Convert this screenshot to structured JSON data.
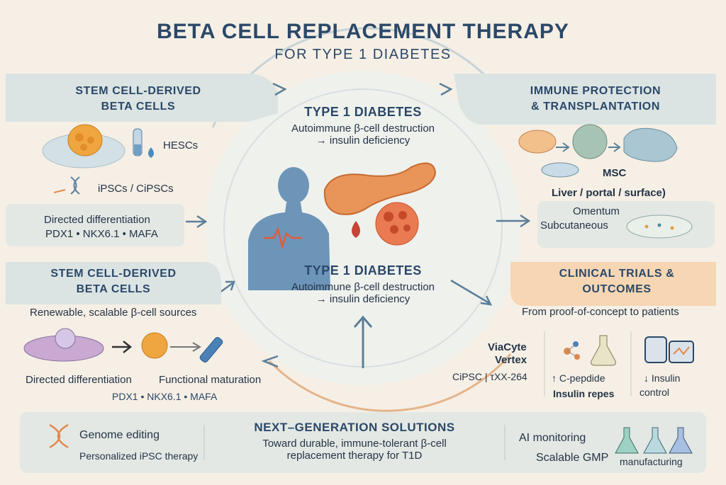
{
  "header": {
    "title": "BETA CELL REPLACEMENT THERAPY",
    "subtitle": "FOR TYPE 1 DIABETES"
  },
  "stem_top": {
    "title_line1": "STEM CELL-DERIVED",
    "title_line2": "BETA CELLS",
    "hescs": "HESCs",
    "ipscs": "iPSCs / CiPSCs",
    "diff_label": "Directed differentiation",
    "markers": "PDX1 • NKX6.1 • MAFA"
  },
  "center_top": {
    "title": "TYPE 1 DIABETES",
    "line1": "Autoimmune β-cell destruction",
    "line2": "→ insulin deficiency"
  },
  "center_bottom": {
    "title": "TYPE 1 DIABETES",
    "line1": "Autoimmune β-cell destruction",
    "line2": "→ insulin deficiency"
  },
  "immune": {
    "title_line1": "IMMUNE PROTECTION",
    "title_line2": "& TRANSPLANTATION",
    "msc": "MSC",
    "sites": "Liver / portal / surface)",
    "omentum": "Omentum",
    "subcutaneous": "Subcutaneous"
  },
  "stem_bottom": {
    "title_line1": "STEM CELL-DERIVED",
    "title_line2": "BETA CELLS",
    "sources": "Renewable, scalable β-cell sources",
    "diff_label": "Directed differentiation",
    "maturation": "Functional maturation",
    "markers": "PDX1 • NKX6.1 • MAFA"
  },
  "clinical": {
    "title_line1": "CLINICAL TRIALS &",
    "title_line2": "OUTCOMES",
    "subtitle": "From proof-of-concept to patients",
    "viacyte": "ViaCyte",
    "vertex": "Vertex",
    "cipsc": "CiPSC | τXX-264",
    "cpeptide": "↑ C-pepdide",
    "insulin_repes": "Insulin repes",
    "insulin_down": "↓ Insulin",
    "control": "control"
  },
  "footer": {
    "genome": "Genome editing",
    "personalized": "Personalized iPSC therapy",
    "next_title": "NEXT–GENERATION SOLUTIONS",
    "toward_line1": "Toward durable, immune-tolerant β-cell",
    "toward_line2": "replacement therapy for T1D",
    "ai": "AI monitoring",
    "scalable": "Scalable GMP",
    "manufacturing": "manufacturing"
  },
  "colors": {
    "background": "#f6efe5",
    "title": "#2b4868",
    "panel_blue": "#dbe4e3",
    "panel_orange": "#f6d6b3",
    "accent_orange": "#e2894a"
  }
}
